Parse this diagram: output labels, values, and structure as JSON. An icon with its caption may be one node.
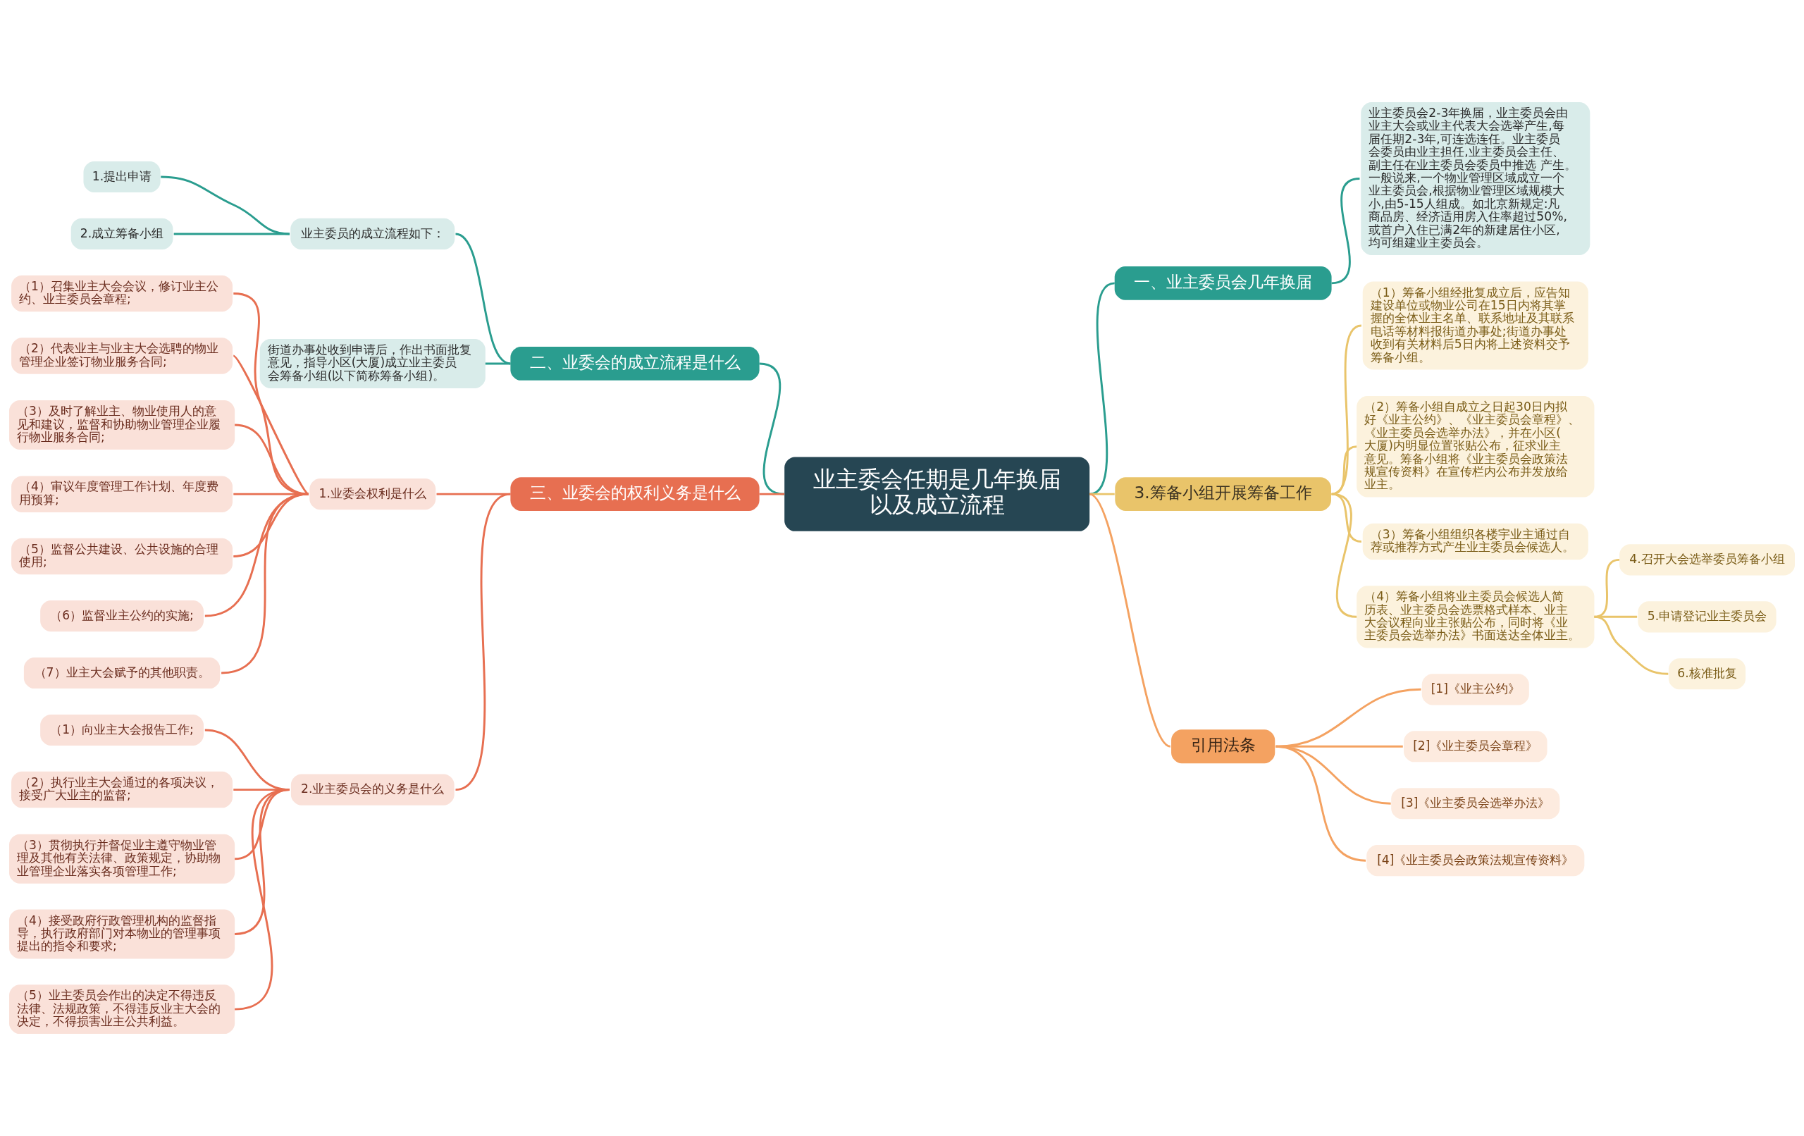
{
  "diagram": {
    "nodes": [
      {
        "text": [
          "业主委会任期是几年换届以及成立流程"
        ]
      },
      {
        "text": [
          "一、业主委员会几年换届"
        ]
      },
      {
        "text": [
          "业主委员会2-3年换届，业主委员会由业主大会或业主代表大会选举产生,每届任期2-3年,可连选连任。业主委员会委员由业主担任,业主委员会主任、副主任在业主委员会委员中推选 产生。一般说来,一个物业管理区域成立一个业主委员会,根据物业管理区域规模大小,由5-15人组成。如北京新规定:凡商品房、经济适用房入住率超过50%,或首户入住已满2年的新建居住小区,均可组建业主委员会。"
        ]
      },
      {
        "text": [
          "二、业委会的成立流程是什么"
        ]
      },
      {
        "text": [
          "业主委员的成立流程如下："
        ]
      },
      {
        "text": [
          "1.提出申请"
        ]
      },
      {
        "text": [
          "2.成立筹备小组"
        ]
      },
      {
        "text": [
          "街道办事处收到申请后，作出书面批复意见，指导小区(大厦)成立业主委员会筹备小组(以下简称筹备小组)。"
        ]
      },
      {
        "text": [
          "3.筹备小组开展筹备工作"
        ]
      },
      {
        "text": [
          "（1）筹备小组经批复成立后，应告知建设单位或物业公司在15日内将其掌握的全体业主名单、联系地址及其联系电话等材料报街道办事处;街道办事处收到有关材料后5日内将上述资料交予筹备小组。"
        ]
      },
      {
        "text": [
          "（2）筹备小组自成立之日起30日内拟好《业主公约》、《业主委员会章程》、《业主委员会选举办法》，并在小区(大厦)内明显位置张贴公布，征求业主意见。筹备小组将《业主委员会政策法规宣传资料》在宣传栏内公布并发放给业主。"
        ]
      },
      {
        "text": [
          "（3）筹备小组组织各楼宇业主通过自荐或推荐方式产生业主委员会候选人。"
        ]
      },
      {
        "text": [
          "（4）筹备小组将业主委员会候选人简历表、业主委员会选票格式样本、业主大会议程向业主张贴公布，同时将《业主委员会选举办法》书面送达全体业主。"
        ]
      },
      {
        "text": [
          "4.召开大会选举委员筹备小组"
        ]
      },
      {
        "text": [
          "5.申请登记业主委员会"
        ]
      },
      {
        "text": [
          "6.核准批复"
        ]
      },
      {
        "text": [
          "三、业委会的权利义务是什么"
        ]
      },
      {
        "text": [
          "1.业委会权利是什么"
        ]
      },
      {
        "text": [
          "（1）召集业主大会会议，修订业主公约、业主委员会章程;"
        ]
      },
      {
        "text": [
          "（2）代表业主与业主大会选聘的物业管理企业签订物业服务合同;"
        ]
      },
      {
        "text": [
          "（3）及时了解业主、物业使用人的意见和建议，监督和协助物业管理企业履行物业服务合同;"
        ]
      },
      {
        "text": [
          "（4）审议年度管理工作计划、年度费用预算;"
        ]
      },
      {
        "text": [
          "（5）监督公共建设、公共设施的合理使用;"
        ]
      },
      {
        "text": [
          "（6）监督业主公约的实施;"
        ]
      },
      {
        "text": [
          "（7）业主大会赋予的其他职责。"
        ]
      },
      {
        "text": [
          "2.业主委员会的义务是什么"
        ]
      },
      {
        "text": [
          "（1）向业主大会报告工作;"
        ]
      },
      {
        "text": [
          "（2）执行业主大会通过的各项决议，接受广大业主的监督;"
        ]
      },
      {
        "text": [
          "（3）贯彻执行并督促业主遵守物业管理及其他有关法律、政策规定，协助物业管理企业落实各项管理工作;"
        ]
      },
      {
        "text": [
          "（4）接受政府行政管理机构的监督指导，执行政府部门对本物业的管理事项提出的指令和要求;"
        ]
      },
      {
        "text": [
          "（5）业主委员会作出的决定不得违反法律、法规政策，不得违反业主大会的决定，不得损害业主公共利益。"
        ]
      },
      {
        "text": [
          "引用法条"
        ]
      },
      {
        "text": [
          "[1]《业主公约》"
        ]
      },
      {
        "text": [
          "[2]《业主委员会章程》"
        ]
      },
      {
        "text": [
          "[3]《业主委员会选举办法》"
        ]
      },
      {
        "text": [
          "[4]《业主委员会政策法规宣传资料》"
        ]
      }
    ],
    "edges": [
      {
        "from": 0,
        "to": 1,
        "arrow": "none",
        "color": "#2a9d8f"
      },
      {
        "from": 1,
        "to": 2,
        "arrow": "none",
        "color": "#2a9d8f"
      },
      {
        "from": 0,
        "to": 3,
        "arrow": "none",
        "color": "#2a9d8f"
      },
      {
        "from": 3,
        "to": 4,
        "arrow": "none",
        "color": "#2a9d8f"
      },
      {
        "from": 4,
        "to": 5,
        "arrow": "none",
        "color": "#2a9d8f"
      },
      {
        "from": 4,
        "to": 6,
        "arrow": "none",
        "color": "#2a9d8f"
      },
      {
        "from": 3,
        "to": 7,
        "arrow": "none",
        "color": "#2a9d8f"
      },
      {
        "from": 0,
        "to": 8,
        "arrow": "none",
        "color": "#e9c46a"
      },
      {
        "from": 8,
        "to": 9,
        "arrow": "none",
        "color": "#e9c46a"
      },
      {
        "from": 8,
        "to": 10,
        "arrow": "none",
        "color": "#e9c46a"
      },
      {
        "from": 8,
        "to": 11,
        "arrow": "none",
        "color": "#e9c46a"
      },
      {
        "from": 8,
        "to": 12,
        "arrow": "none",
        "color": "#e9c46a"
      },
      {
        "from": 12,
        "to": 13,
        "arrow": "none",
        "color": "#e9c46a"
      },
      {
        "from": 12,
        "to": 14,
        "arrow": "none",
        "color": "#e9c46a"
      },
      {
        "from": 12,
        "to": 15,
        "arrow": "none",
        "color": "#e9c46a"
      },
      {
        "from": 0,
        "to": 16,
        "arrow": "none"
      },
      {
        "from": 16,
        "to": 17,
        "arrow": "none"
      },
      {
        "from": 17,
        "to": 18,
        "arrow": "none"
      },
      {
        "from": 17,
        "to": 19,
        "arrow": "none"
      },
      {
        "from": 17,
        "to": 20,
        "arrow": "none"
      },
      {
        "from": 17,
        "to": 21,
        "arrow": "none"
      },
      {
        "from": 17,
        "to": 22,
        "arrow": "none"
      },
      {
        "from": 17,
        "to": 23,
        "arrow": "none"
      },
      {
        "from": 17,
        "to": 24,
        "arrow": "none"
      },
      {
        "from": 16,
        "to": 25,
        "arrow": "none"
      },
      {
        "from": 25,
        "to": 26,
        "arrow": "none"
      },
      {
        "from": 25,
        "to": 27,
        "arrow": "none"
      },
      {
        "from": 25,
        "to": 28,
        "arrow": "none"
      },
      {
        "from": 25,
        "to": 29,
        "arrow": "none"
      },
      {
        "from": 25,
        "to": 30,
        "arrow": "none"
      },
      {
        "from": 0,
        "to": 31,
        "arrow": "none",
        "color": "#f4a261"
      },
      {
        "from": 31,
        "to": 32,
        "arrow": "none",
        "color": "#f4a261"
      },
      {
        "from": 31,
        "to": 33,
        "arrow": "none",
        "color": "#f4a261"
      },
      {
        "from": 31,
        "to": 34,
        "arrow": "none",
        "color": "#f4a261"
      },
      {
        "from": 31,
        "to": 35,
        "arrow": "none",
        "color": "#f4a261"
      }
    ]
  }
}
